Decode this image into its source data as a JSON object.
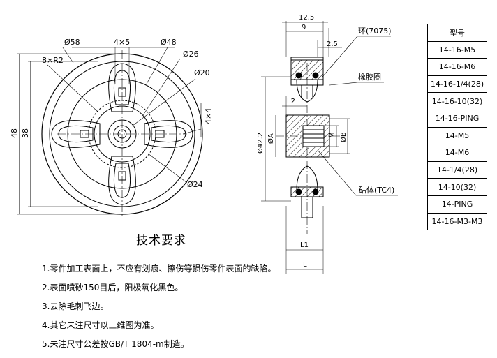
{
  "front_view": {
    "d58": "Ø58",
    "n4x5": "4×5",
    "d48": "Ø48",
    "r8x2": "8×R2",
    "d26": "Ø26",
    "d20": "Ø20",
    "n4x4": "4×4",
    "d24": "Ø24",
    "h48": "48",
    "h38": "38"
  },
  "section_view": {
    "w12_5": "12.5",
    "w9": "9",
    "w2_5": "2.5",
    "ring": "环(7075)",
    "rubber": "橡胶圈",
    "l2": "L2",
    "d42_2": "Ø42.2",
    "da": "ØA",
    "m": "M",
    "db": "ØB",
    "anvil": "砧体(TC4)",
    "l1": "L1",
    "l": "L"
  },
  "models": {
    "header": "型号",
    "rows": [
      "14-16-M5",
      "14-16-M6",
      "14-16-1/4(28)",
      "14-16-10(32)",
      "14-16-PING",
      "14-M5",
      "14-M6",
      "14-1/4(28)",
      "14-10(32)",
      "14-PING",
      "14-16-M3-M3"
    ]
  },
  "notes": {
    "title": "技术要求",
    "items": [
      "1.零件加工表面上，不应有划痕、擦伤等损伤零件表面的缺陷。",
      "2.表面喷砂150目后，阳极氧化黑色。",
      "3.去除毛刺飞边。",
      "4.其它未注尺寸以三维图为准。",
      "5.未注尺寸公差按GB/T 1804-m制造。"
    ]
  }
}
